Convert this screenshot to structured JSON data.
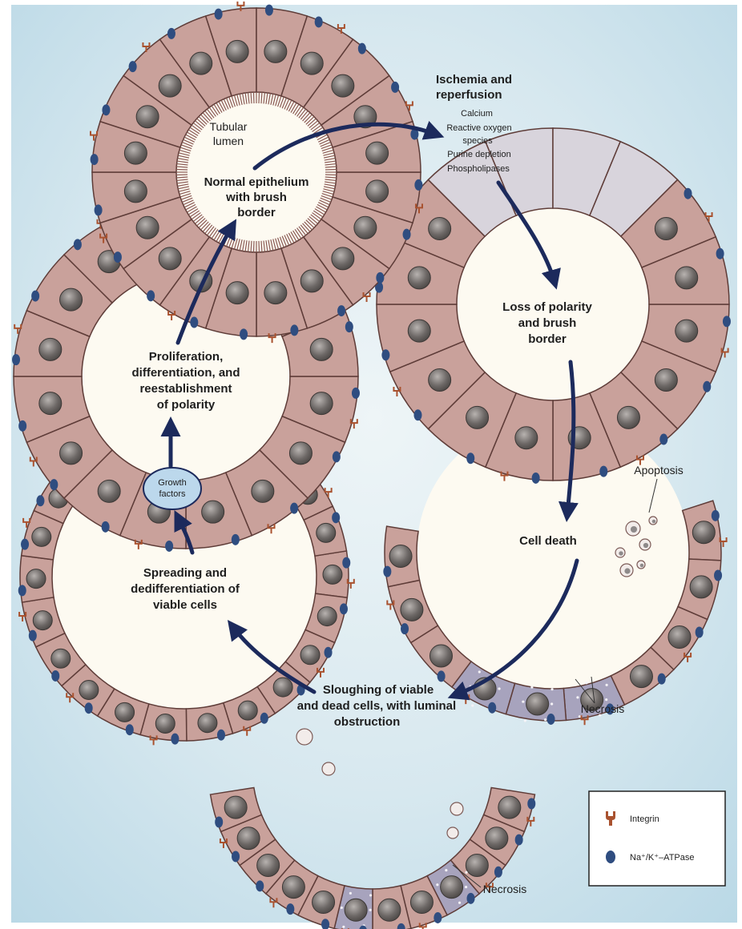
{
  "labels": {
    "tubular_lumen": [
      "Tubular",
      "lumen"
    ],
    "normal_epithelium": [
      "Normal epithelium",
      "with brush",
      "border"
    ],
    "ischemia_title": [
      "Ischemia and",
      "reperfusion"
    ],
    "ischemia_factors": [
      "Calcium",
      "Reactive oxygen",
      "species",
      "Purine depletion",
      "Phospholipases"
    ],
    "loss_of_polarity": [
      "Loss of polarity",
      "and brush",
      "border"
    ],
    "cell_death": "Cell death",
    "apoptosis": "Apoptosis",
    "necrosis_right": "Necrosis",
    "necrosis_bottom": "Necrosis",
    "sloughing": [
      "Sloughing of viable",
      "and dead cells, with luminal",
      "obstruction"
    ],
    "spreading": [
      "Spreading and",
      "dedifferentiation of",
      "viable cells"
    ],
    "growth_factors": [
      "Growth",
      "factors"
    ],
    "proliferation": [
      "Proliferation,",
      "differentiation, and",
      "reestablishment",
      "of polarity"
    ]
  },
  "legend": {
    "items": [
      {
        "icon": "integrin-icon",
        "label": "Integrin"
      },
      {
        "icon": "na-k-atpase-icon",
        "label": "Na⁺/K⁺–ATPase"
      }
    ]
  },
  "colors": {
    "cell": "#c9a19b",
    "cell_dead": "#a7a3bd",
    "nucleus": "#6d6866",
    "integrin": "#a9522f",
    "atpase": "#2f4d80",
    "arrow": "#1c2a5c",
    "lumen": "#fdfaf1",
    "brush_border": "#8a5a54"
  }
}
